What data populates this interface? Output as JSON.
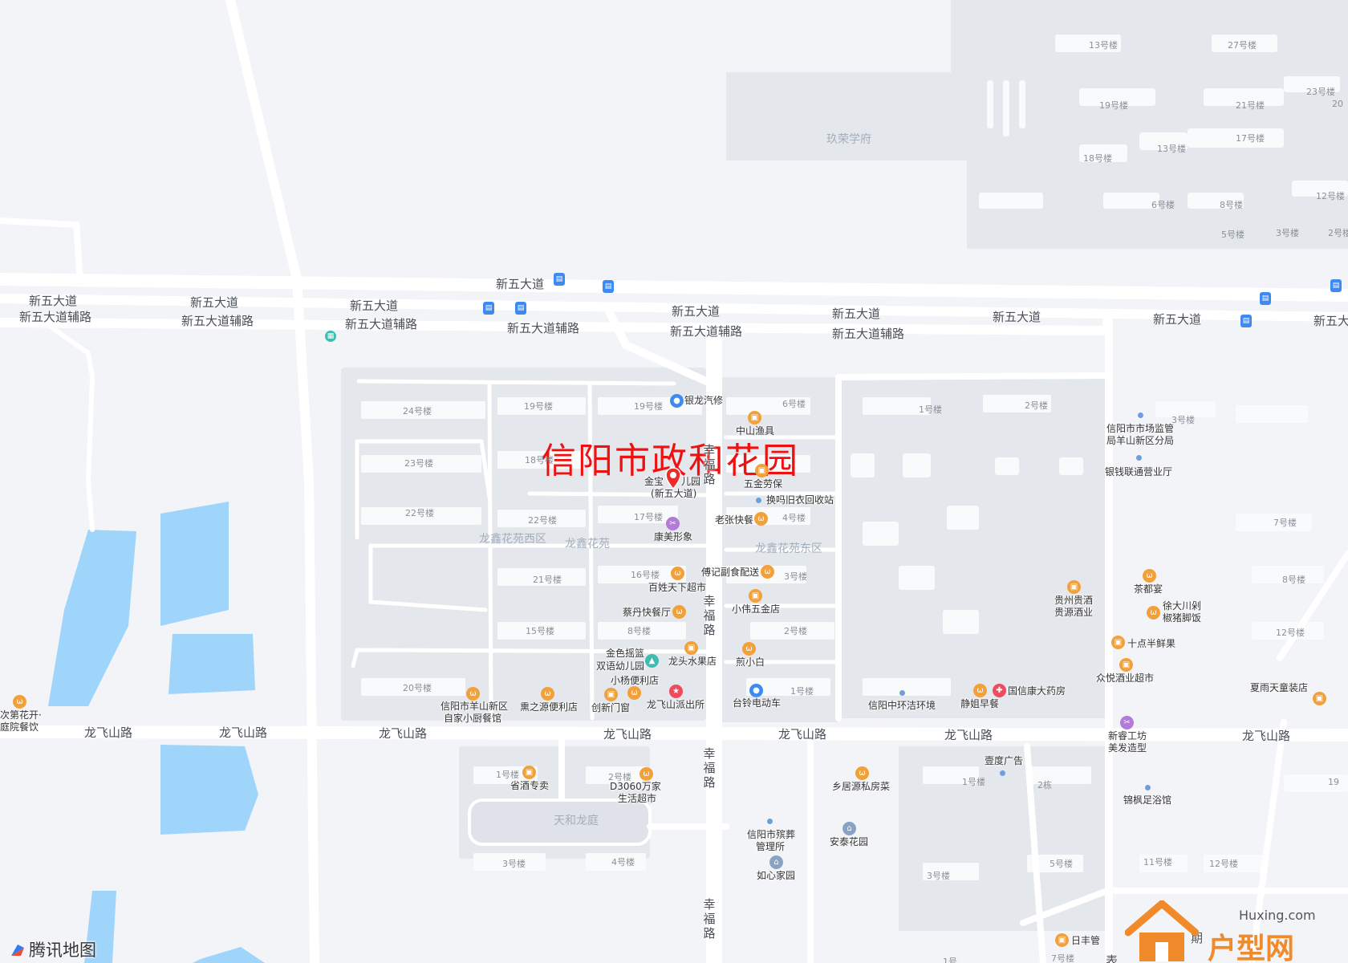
{
  "title": "信阳市政和花园",
  "brand": {
    "map_logo": "腾讯地图",
    "watermark_site": "Huxing.com",
    "watermark_name": "户型网"
  },
  "colors": {
    "title_red": "#ee1111",
    "water": "#9fd4fb",
    "road": "#ffffff",
    "block": "#e4e7ec",
    "building": "#f9fafb",
    "poi_orange": "#f2a03a",
    "bus_blue": "#3d8bf2"
  },
  "roads": {
    "xinwu_a": "新五大道",
    "xinwu_b": "新五大道",
    "xinwu_c": "新五大道",
    "xinwu_d": "新五大道",
    "xinwu_e": "新五大道",
    "xinwu_f": "新五大道",
    "xinwu_g": "新五大道",
    "xinwu_h": "新五大道",
    "xinwu_i": "新五大",
    "fulu_a": "新五大道辅路",
    "fulu_b": "新五大道辅路",
    "fulu_c": "新五大道辅路",
    "fulu_d": "新五大道辅路",
    "fulu_e": "新五大道辅路",
    "fulu_f": "新五大道辅路",
    "longfei_a": "龙飞山路",
    "longfei_b": "龙飞山路",
    "longfei_c": "龙飞山路",
    "longfei_d": "龙飞山路",
    "longfei_e": "龙飞山路",
    "longfei_f": "龙飞山路",
    "longfei_g": "龙飞山路",
    "xingfu_a": "幸福路",
    "xingfu_b": "幸福路",
    "xingfu_c": "幸福路",
    "xingfu_d": "幸福路"
  },
  "areas": {
    "jiurong": "玖荣学府",
    "west": "龙鑫花苑西区",
    "center": "龙鑫花苑",
    "east": "龙鑫花苑东区",
    "tianhe": "天和龙庭"
  },
  "buildings": {
    "b1": "13号楼",
    "b2": "27号楼",
    "b3": "23号楼",
    "b4": "19号楼",
    "b5": "21号楼",
    "b6": "20",
    "b7": "17号楼",
    "b8": "13号楼",
    "b9": "18号楼",
    "b10": "6号楼",
    "b11": "8号楼",
    "b12": "12号楼",
    "b13": "5号楼",
    "b14": "3号楼",
    "b15": "2号楼",
    "b16": "24号楼",
    "b17": "19号楼",
    "b18": "19号楼",
    "b19": "6号楼",
    "b20": "23号楼",
    "b21": "18号楼",
    "b22": "22号楼",
    "b23": "22号楼",
    "b24": "17号楼",
    "b25": "4号楼",
    "b26": "21号楼",
    "b27": "16号楼",
    "b28": "3号楼",
    "b29": "15号楼",
    "b30": "8号楼",
    "b31": "2号楼",
    "b32": "20号楼",
    "b33": "1号楼",
    "b34": "1号楼",
    "b35": "2号楼",
    "b36": "3号楼",
    "b37": "7号楼",
    "b38": "8号楼",
    "b39": "12号楼",
    "b40": "1号楼",
    "b41": "2号楼",
    "b42": "3号楼",
    "b43": "4号楼",
    "b44": "1号楼",
    "b45": "2栋",
    "b46": "19",
    "b47": "3号楼",
    "b48": "5号楼",
    "b49": "11号楼",
    "b50": "12号楼",
    "b51": "7号楼",
    "b52": "1号"
  },
  "pois": {
    "yinlong": "银龙汽修",
    "zhongshan": "中山渔具",
    "wujin": "五金劳保",
    "huanma": "换吗旧衣回收站",
    "laozhang": "老张快餐",
    "kangmei": "康美形象",
    "jinbao_1": "金宝",
    "jinbao_2": "儿园",
    "jinbao_3": "(新五大道)",
    "fuji": "傅记副食配送",
    "baixing": "百姓天下超市",
    "xiaowei": "小伟五金店",
    "caidan": "蔡丹快餐厅",
    "jinse_1": "金色摇篮",
    "jinse_2": "双语幼儿园",
    "longtou": "龙头水果店",
    "jianxiaobai": "煎小白",
    "xiaoyang": "小杨便利店",
    "chuangxin": "创新门窗",
    "police": "龙飞山派出所",
    "tailing": "台铃电动车",
    "zijia_1": "信阳市羊山新区",
    "zijia_2": "自家小厨餐馆",
    "huizhiyuan": "熏之源便利店",
    "huanjie": "信阳中环洁环境",
    "jingjie": "静姐早餐",
    "guoxin": "国信康大药房",
    "shichang_1": "信阳市市场监管",
    "shichang_2": "局羊山新区分局",
    "yinqian": "银钱联通营业厅",
    "guizhou_1": "贵州贵酒",
    "guizhou_2": "贵源酒业",
    "chadu": "茶都宴",
    "xu_1": "徐大川剁",
    "xu_2": "椒猪脚饭",
    "shidian": "十点半鲜果",
    "zhongyue": "众悦酒业超市",
    "xiayu": "夏雨天童装店",
    "xinrui_1": "新睿工坊",
    "xinrui_2": "美发造型",
    "huadi_1": "次第花开·",
    "huadi_2": "庭院餐饮",
    "shengjiu": "省酒专卖",
    "d3060_1": "D3060万家",
    "d3060_2": "生活超市",
    "xiangju": "乡居源私房菜",
    "yidu": "壹度广告",
    "jinfeng": "锦枫足浴馆",
    "binzang_1": "信阳市殡葬",
    "binzang_2": "管理所",
    "antai": "安泰花园",
    "ruxin": "如心家园",
    "rifeng": "日丰管",
    "qi": "期",
    "biao": "表"
  },
  "icons": [
    "bus-stop-icon",
    "fork-knife-icon",
    "shopping-bag-icon",
    "scissors-icon",
    "police-star-icon",
    "car-icon",
    "school-icon",
    "residence-icon",
    "location-pin-icon"
  ]
}
